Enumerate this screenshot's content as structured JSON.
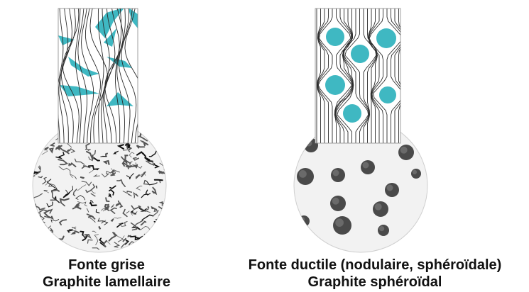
{
  "colors": {
    "accent": "#3fb8c2",
    "line": "#2a2a2a",
    "nodule": "#4a4a4a",
    "disc_bg": "#f2f2f2"
  },
  "panels": [
    {
      "caption_line1": "Fonte grise",
      "caption_line2": "Graphite lamellaire"
    },
    {
      "caption_line1": "Fonte ductile (nodulaire, sphéroïdale)",
      "caption_line2": "Graphite sphéroïdal"
    }
  ]
}
